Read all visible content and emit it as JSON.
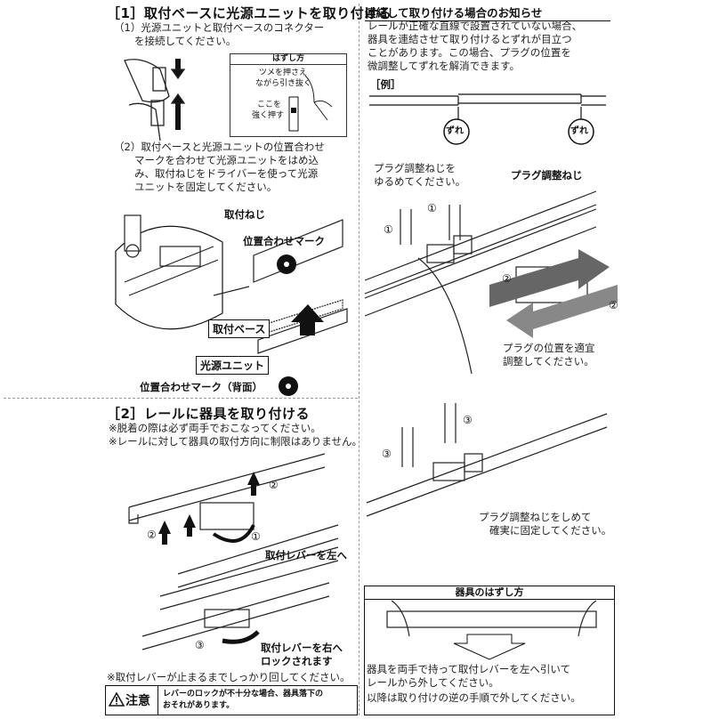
{
  "section1": {
    "heading": "［1］取付ベースに光源ユニットを取り付ける",
    "step1": [
      "（1）光源ユニットと取付ベースのコネクター",
      "　　を接続してください。"
    ],
    "remove_box": {
      "title": "はずし方",
      "line1": "ツメを押さえ",
      "line2": "ながら引き抜く",
      "line3": "ここを",
      "line4": "強く押す"
    },
    "step2": [
      "（2）取付ベースと光源ユニットの位置合わせ",
      "　　マークを合わせて光源ユニットをはめ込",
      "　　み、取付ねじをドライバーを使って光源",
      "　　ユニットを固定してください。"
    ],
    "label_screw": "取付ねじ",
    "label_mark": "位置合わせマーク",
    "label_base": "取付ベース",
    "label_unit": "光源ユニット",
    "label_mark_back": "位置合わせマーク（背面）"
  },
  "section2": {
    "heading": "［2］レールに器具を取り付ける",
    "note1": "※脱着の際は必ず両手でおこなってください。",
    "note2": "※レールに対して器具の取付方向に制限はありません。",
    "label_lever_left": "取付レバーを左へ",
    "label_lever_right1": "取付レバーを右へ",
    "label_lever_right2": "ロックされます",
    "note3": "※取付レバーが止まるまでしっかり回してください。",
    "caution_title": "注意",
    "caution_text1": "レバーのロックが不十分な場合、器具落下の",
    "caution_text2": "おそれがあります。"
  },
  "notice": {
    "heading": "連結して取り付ける場合のお知らせ",
    "body": [
      "レールが正確な直線で設置されていない場合、",
      "器具を連結させて取り付けるとずれが目立つ",
      "ことがあります。この場合、プラグの位置を",
      "微調整してずれを解消できます。"
    ],
    "example": "［例］",
    "gap1": "ずれ",
    "gap2": "ずれ",
    "loosen1": "プラグ調整ねじを",
    "loosen2": "ゆるめてください。",
    "plug_screw": "プラグ調整ねじ",
    "adjust1": "プラグの位置を適宜",
    "adjust2": "調整してください。",
    "tighten1": "プラグ調整ねじをしめて",
    "tighten2": "確実に固定してください。"
  },
  "removal": {
    "heading": "器具のはずし方",
    "body": [
      "器具を両手で持って取付レバーを左へ引いて",
      "レールから外してください。",
      "以降は取り付けの逆の手順で外してください。"
    ]
  },
  "markers": {
    "one": "①",
    "two": "②",
    "three": "③"
  }
}
